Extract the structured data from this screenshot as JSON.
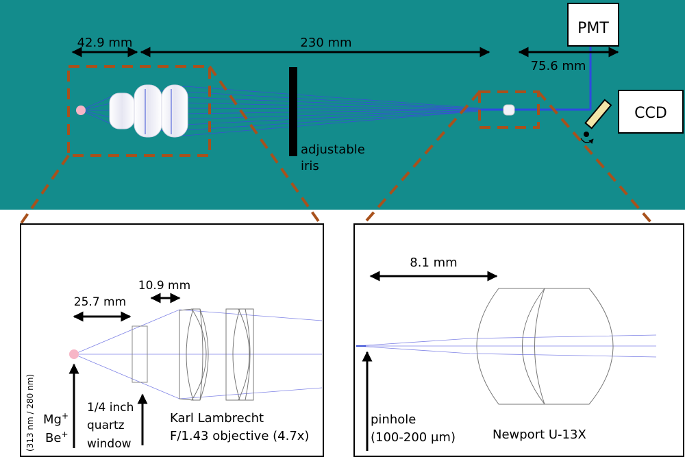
{
  "colors": {
    "top_background": "#138c8c",
    "dashed_callout": "#a8511c",
    "ray": "#2f49e0",
    "ion": "#f7b5c6",
    "lens_fill": "#f2f2f8"
  },
  "top": {
    "dim_42_9": "42.9 mm",
    "dim_230": "230 mm",
    "dim_75_6": "75.6 mm",
    "iris_line1": "adjustable",
    "iris_line2": "iris",
    "pmt": "PMT",
    "ccd": "CCD"
  },
  "left_inset": {
    "dim_10_9": "10.9 mm",
    "dim_25_7": "25.7 mm",
    "wavelengths": "(313 nm / 280 nm)",
    "mg_base": "Mg",
    "mg_sup": "+",
    "be_base": "Be",
    "be_sup": "+",
    "window_line1": "1/4 inch",
    "window_line2": "quartz",
    "window_line3": "window",
    "objective_line1": "Karl Lambrecht",
    "objective_line2": "F/1.43 objective (4.7x)"
  },
  "right_inset": {
    "dim_8_1": "8.1 mm",
    "pinhole_line1": "pinhole",
    "pinhole_line2": "(100-200 μm)",
    "lens_label": "Newport U-13X"
  }
}
